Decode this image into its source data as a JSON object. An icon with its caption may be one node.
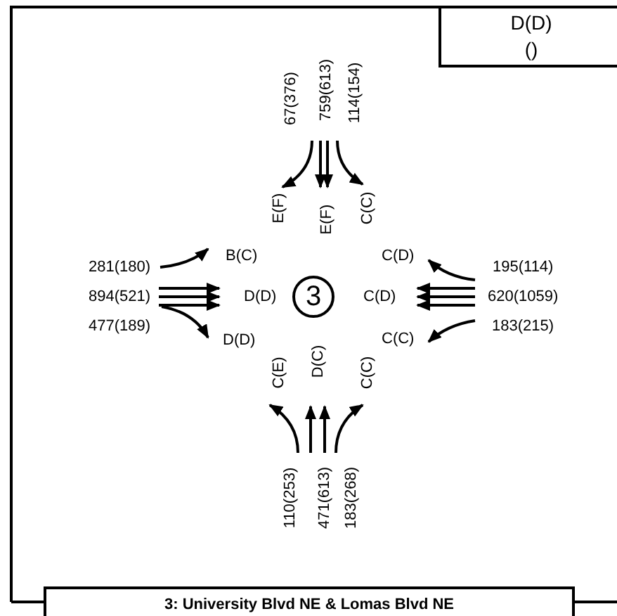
{
  "diagram": {
    "title": "3: University Blvd NE & Lomas Blvd NE",
    "nodes": [
      {
        "text": [
          "D(D)",
          "()"
        ]
      },
      {
        "text": [
          "3"
        ]
      }
    ],
    "labels": [
      "67(376)",
      "759(613)",
      "114(154)",
      "E(F)",
      "E(F)",
      "C(C)",
      "281(180)",
      "B(C)",
      "C(D)",
      "195(114)",
      "894(521)",
      "D(D)",
      "C(D)",
      "620(1059)",
      "477(189)",
      "D(D)",
      "C(C)",
      "183(215)",
      "C(E)",
      "D(C)",
      "C(C)",
      "110(253)",
      "471(613)",
      "183(268)"
    ]
  }
}
